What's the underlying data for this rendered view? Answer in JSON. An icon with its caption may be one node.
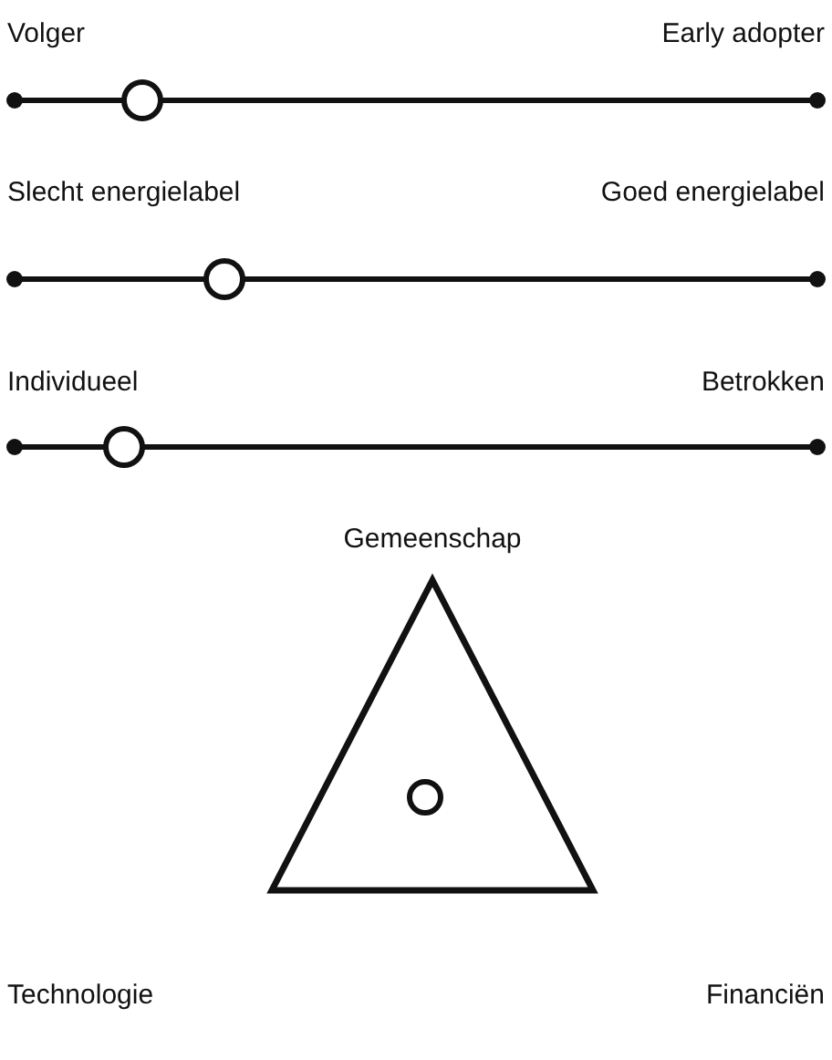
{
  "diagram": {
    "labels": [
      "Volger",
      "Early adopter",
      "Slecht energielabel",
      "Goed energielabel",
      "Individueel",
      "Betrokken",
      "Gemeenschap",
      "Technologie",
      "Financiën"
    ]
  }
}
